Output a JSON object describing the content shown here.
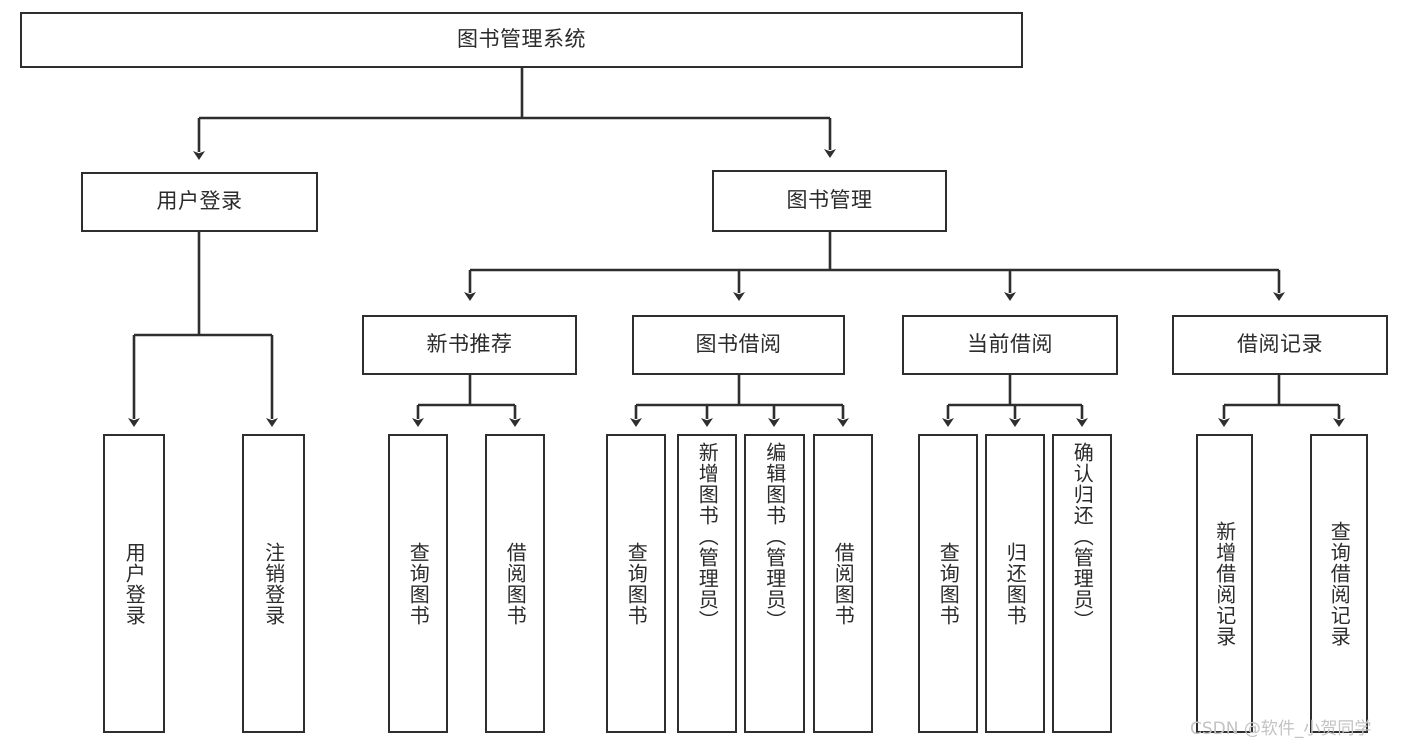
{
  "diagram": {
    "type": "tree",
    "title": "图书管理系统",
    "orientation": "top-down",
    "edge_style": "orthogonal-arrow",
    "colors": {
      "box_border": "#2e2e2e",
      "box_fill": "#ffffff",
      "connector": "#2e2e2e",
      "text": "#2b2b2b",
      "watermark": "#c3c3c3",
      "background": "#ffffff"
    },
    "levels": [
      {
        "level": 1,
        "nodes": [
          {
            "id": "root",
            "label": "图书管理系统",
            "text_direction": "horizontal"
          }
        ]
      },
      {
        "level": 2,
        "nodes": [
          {
            "id": "login",
            "label": "用户登录",
            "text_direction": "horizontal",
            "parent": "root"
          },
          {
            "id": "bookmgmt",
            "label": "图书管理",
            "text_direction": "horizontal",
            "parent": "root"
          }
        ]
      },
      {
        "level": 3,
        "nodes": [
          {
            "id": "newbook",
            "label": "新书推荐",
            "text_direction": "horizontal",
            "parent": "bookmgmt"
          },
          {
            "id": "borrow",
            "label": "图书借阅",
            "text_direction": "horizontal",
            "parent": "bookmgmt"
          },
          {
            "id": "current",
            "label": "当前借阅",
            "text_direction": "horizontal",
            "parent": "bookmgmt"
          },
          {
            "id": "records",
            "label": "借阅记录",
            "text_direction": "horizontal",
            "parent": "bookmgmt"
          }
        ]
      },
      {
        "level": 4,
        "nodes": [
          {
            "id": "leaf1",
            "label": "用户登录",
            "text_direction": "vertical",
            "parent": "login"
          },
          {
            "id": "leaf2",
            "label": "注销登录",
            "text_direction": "vertical",
            "parent": "login"
          },
          {
            "id": "leaf3",
            "label": "查询图书",
            "text_direction": "vertical",
            "parent": "newbook"
          },
          {
            "id": "leaf4",
            "label": "借阅图书",
            "text_direction": "vertical",
            "parent": "newbook"
          },
          {
            "id": "leaf5",
            "label": "查询图书",
            "text_direction": "vertical",
            "parent": "borrow"
          },
          {
            "id": "leaf6",
            "label": "新增图书（管理员）",
            "text_direction": "vertical",
            "parent": "borrow"
          },
          {
            "id": "leaf7",
            "label": "编辑图书（管理员）",
            "text_direction": "vertical",
            "parent": "borrow"
          },
          {
            "id": "leaf8",
            "label": "借阅图书",
            "text_direction": "vertical",
            "parent": "borrow"
          },
          {
            "id": "leaf9",
            "label": "查询图书",
            "text_direction": "vertical",
            "parent": "current"
          },
          {
            "id": "leaf10",
            "label": "归还图书",
            "text_direction": "vertical",
            "parent": "current"
          },
          {
            "id": "leaf11",
            "label": "确认归还（管理员）",
            "text_direction": "vertical",
            "parent": "current"
          },
          {
            "id": "leaf12",
            "label": "新增借阅记录",
            "text_direction": "vertical",
            "parent": "records"
          },
          {
            "id": "leaf13",
            "label": "查询借阅记录",
            "text_direction": "vertical",
            "parent": "records"
          }
        ]
      }
    ]
  },
  "watermark": {
    "text": "CSDN @软件_小贺同学"
  }
}
